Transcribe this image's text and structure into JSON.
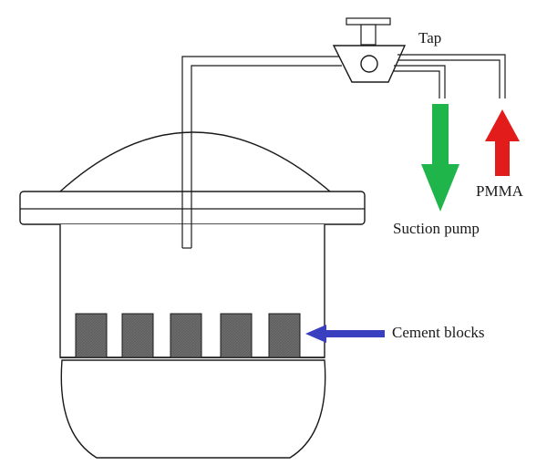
{
  "labels": {
    "tap": "Tap",
    "pmma": "PMMA",
    "suction_pump": "Suction pump",
    "cement_blocks": "Cement blocks"
  },
  "colors": {
    "suction_arrow": "#20b54a",
    "pmma_arrow": "#e21b1b",
    "cement_arrow": "#3a3fc0",
    "block_fill": "#6b6b6b",
    "outline": "#1a1a1a"
  },
  "icons": {
    "suction_arrow": "arrow-down-icon",
    "pmma_arrow": "arrow-up-icon",
    "cement_arrow": "arrow-left-icon"
  },
  "cement_block_count": 5
}
